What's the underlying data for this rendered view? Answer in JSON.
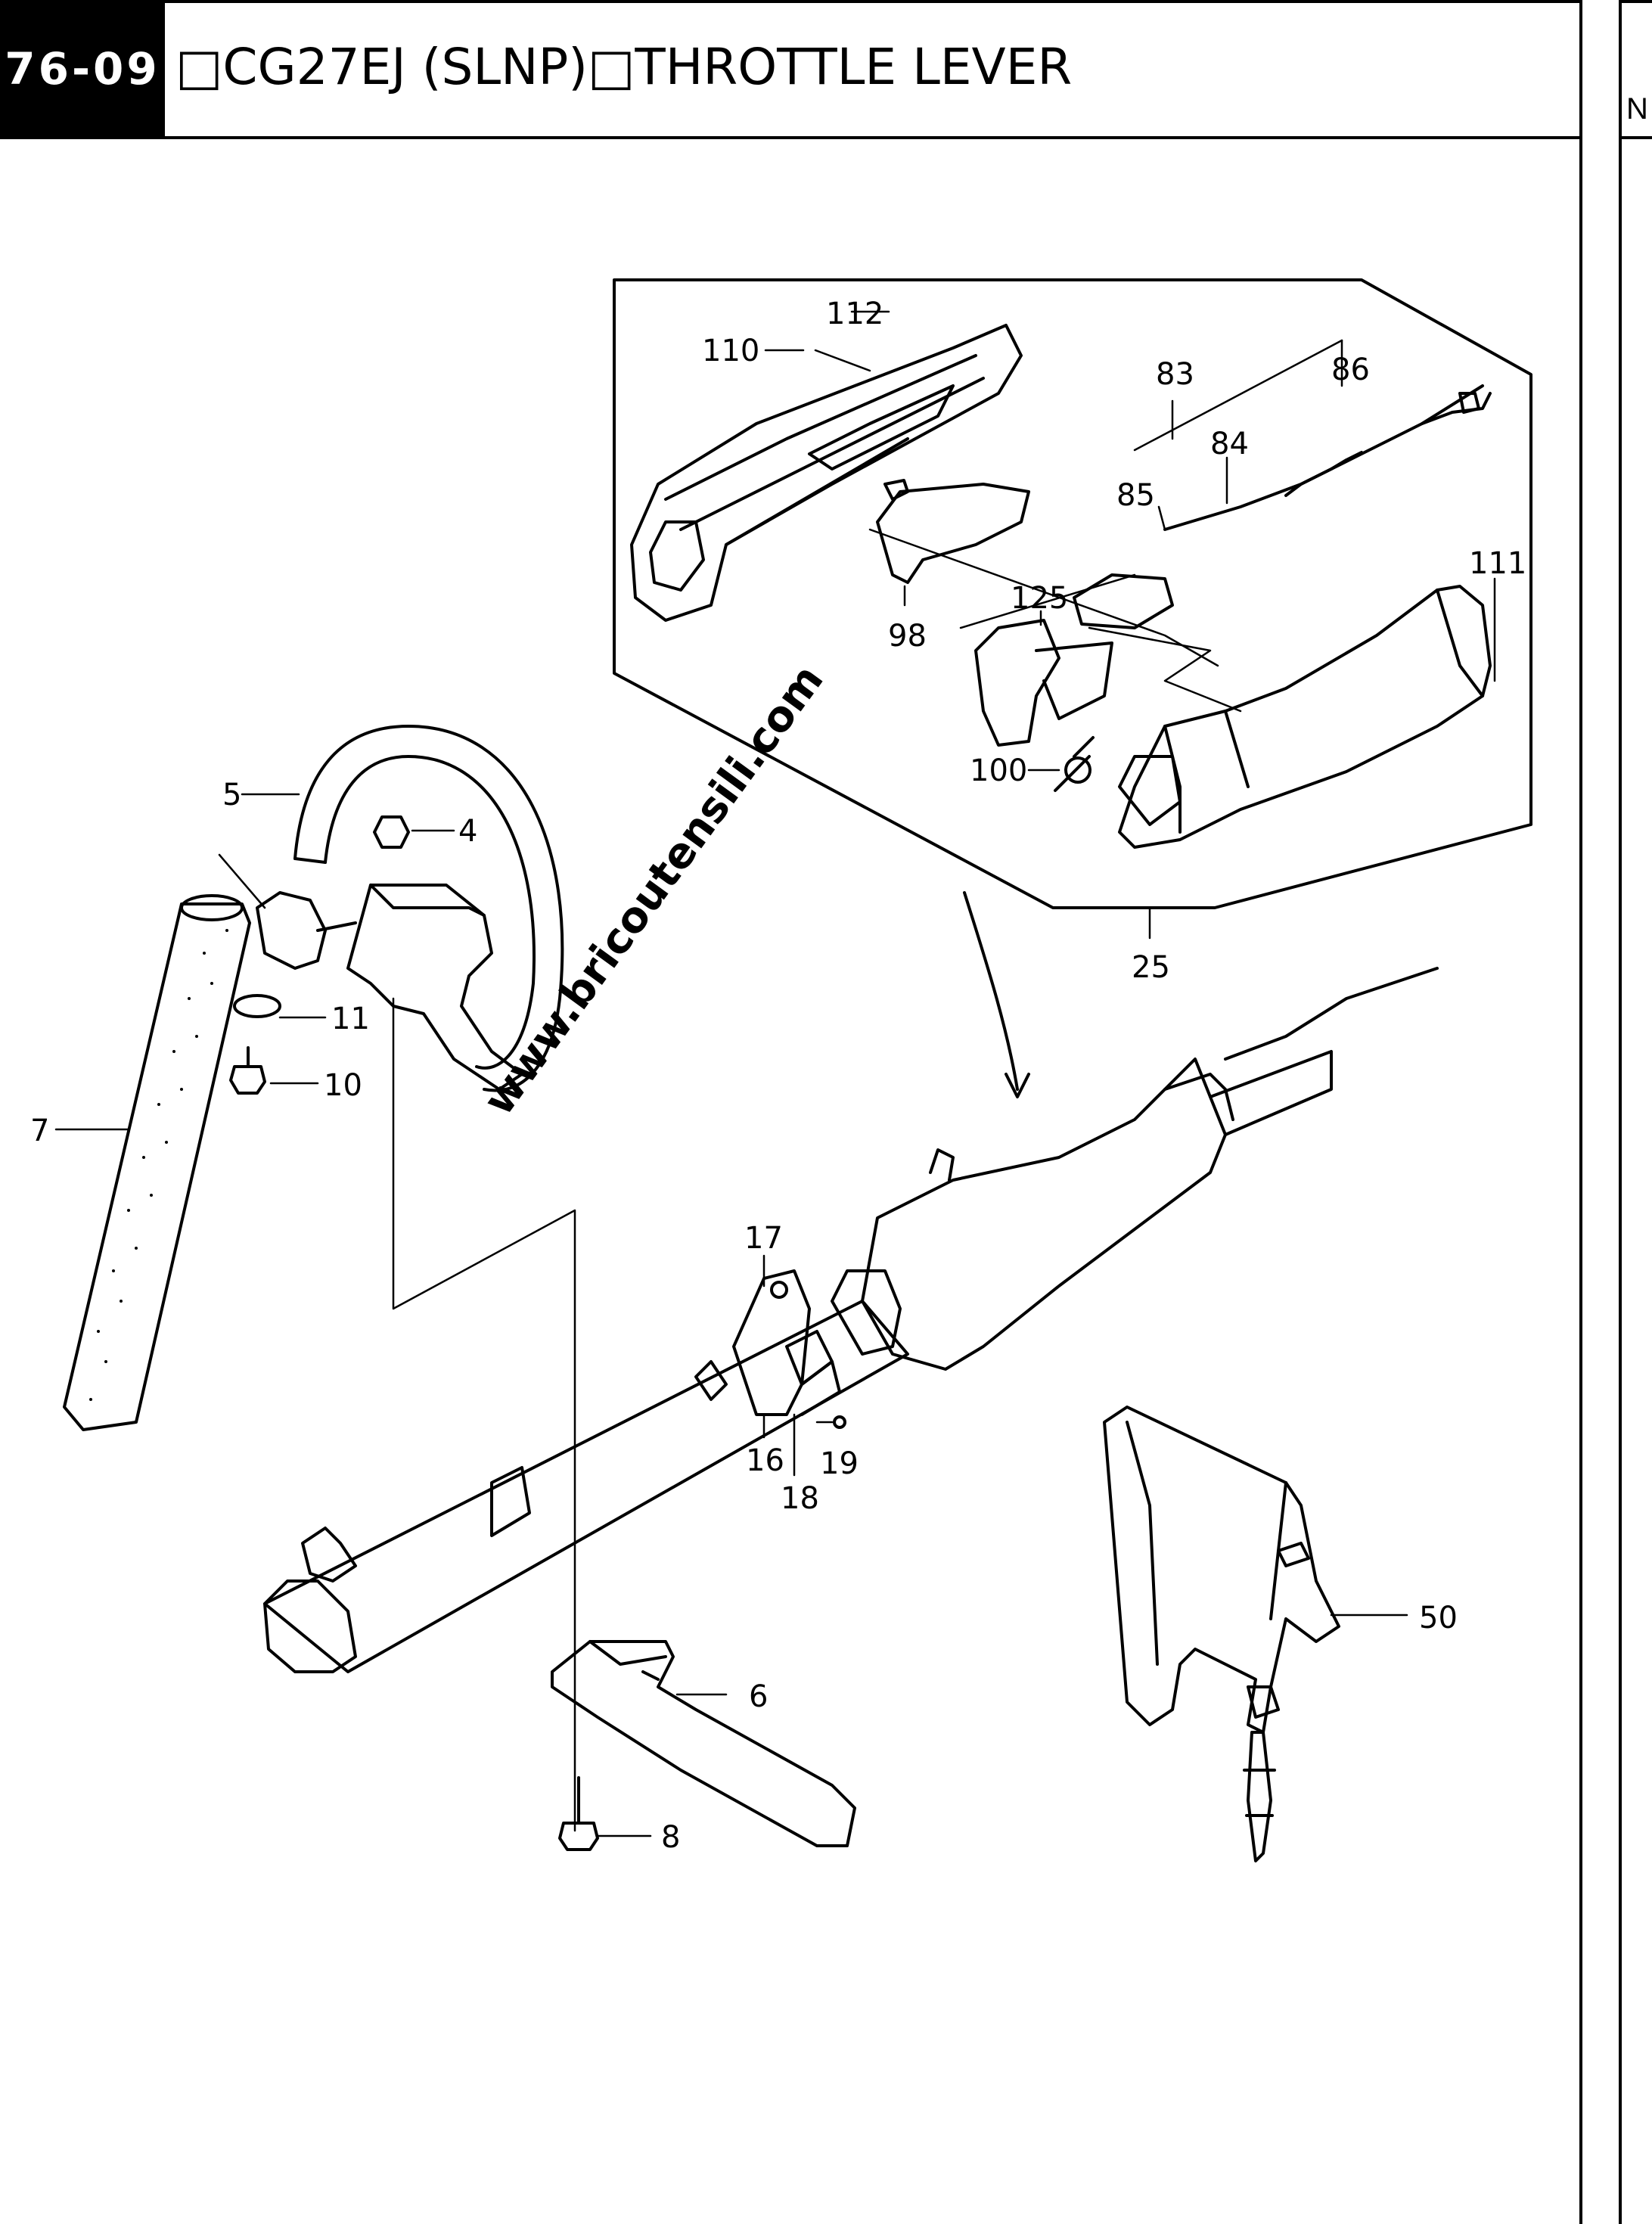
{
  "header": {
    "page_code": "76-09",
    "title": "□CG27EJ (SLNP)□THROTTLE LEVER",
    "side_fragment": "N"
  },
  "watermark": "www.bricoutensili.com",
  "callouts": {
    "p112": "112",
    "p110": "110",
    "p83": "83",
    "p86": "86",
    "p84": "84",
    "p85": "85",
    "p111": "111",
    "p98": "98",
    "p125": "125",
    "p100": "100",
    "p25": "25",
    "p5": "5",
    "p4": "4",
    "p11": "11",
    "p10": "10",
    "p7": "7",
    "p17": "17",
    "p16": "16",
    "p18": "18",
    "p19": "19",
    "p6": "6",
    "p8": "8",
    "p50": "50"
  }
}
